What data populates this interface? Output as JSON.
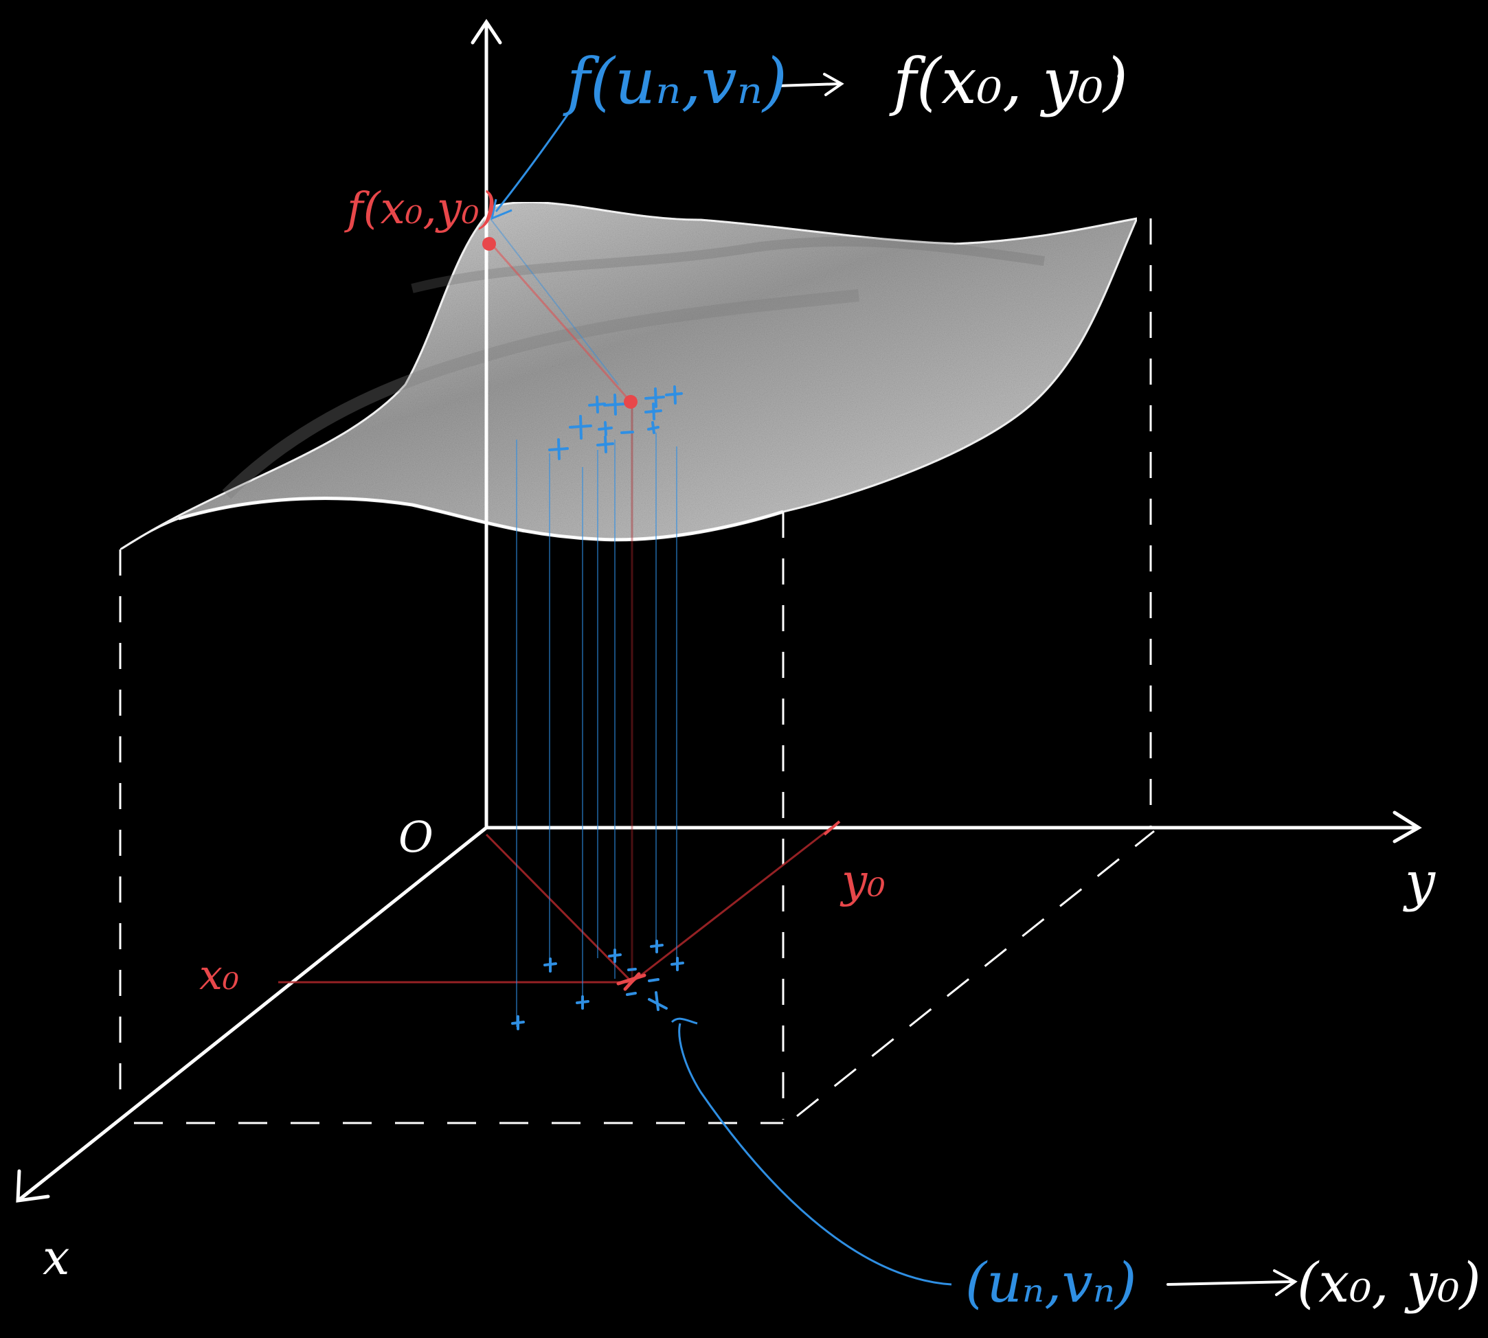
{
  "colors": {
    "background": "#000000",
    "ink": "#ffffff",
    "red": "#e8474a",
    "blue": "#2f8fe3",
    "surface_fill": "#c9c9c9"
  },
  "labels": {
    "origin": "O",
    "x_axis": "x",
    "y_axis": "y",
    "x0": "x₀",
    "y0": "y₀",
    "surface_point": "f(x₀,y₀)"
  },
  "top_annotation": {
    "lhs": "f(uₙ,vₙ)",
    "arrow": "⟶",
    "rhs": "f(x₀, y₀)",
    "dot": "·"
  },
  "bottom_annotation": {
    "lhs": "(uₙ,vₙ)",
    "arrow": "⟶",
    "rhs": "(x₀, y₀)"
  },
  "sample_points_count_label": ""
}
